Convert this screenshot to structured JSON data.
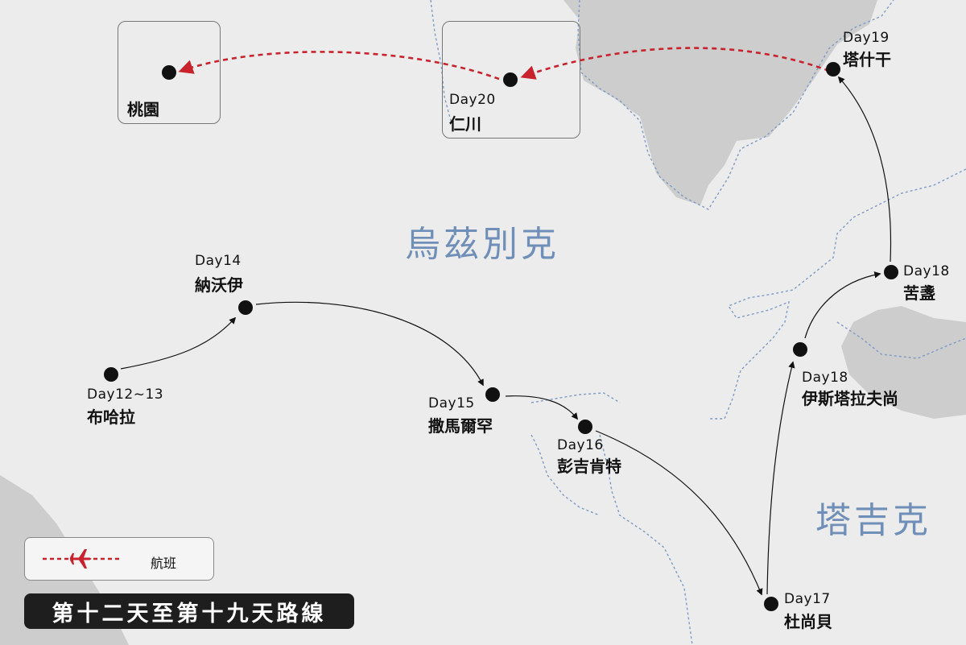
{
  "map": {
    "countries": {
      "uzbekistan": "烏茲別克",
      "tajikistan": "塔吉克"
    },
    "stops": {
      "taoyuan": {
        "city": "桃園"
      },
      "incheon": {
        "day": "Day20",
        "city": "仁川"
      },
      "tashkent": {
        "day": "Day19",
        "city": "塔什干"
      },
      "kokand": {
        "day": "Day18",
        "city": "苦盞"
      },
      "istaravshan": {
        "day": "Day18",
        "city": "伊斯塔拉夫尚"
      },
      "bukhara": {
        "day": "Day12~13",
        "city": "布哈拉"
      },
      "nurata": {
        "day": "Day14",
        "city": "納沃伊"
      },
      "samarkand": {
        "day": "Day15",
        "city": "撒馬爾罕"
      },
      "panjakent": {
        "day": "Day16",
        "city": "彭吉肯特"
      },
      "dushanbe": {
        "day": "Day17",
        "city": "杜尚貝"
      }
    }
  },
  "legend": {
    "flight_label": "航班"
  },
  "title": "第十二天至第十九天路線",
  "colors": {
    "flight": "#c8232c",
    "route": "#111111",
    "land_alt": "#c9c9c9",
    "border": "#7f9bc6"
  }
}
